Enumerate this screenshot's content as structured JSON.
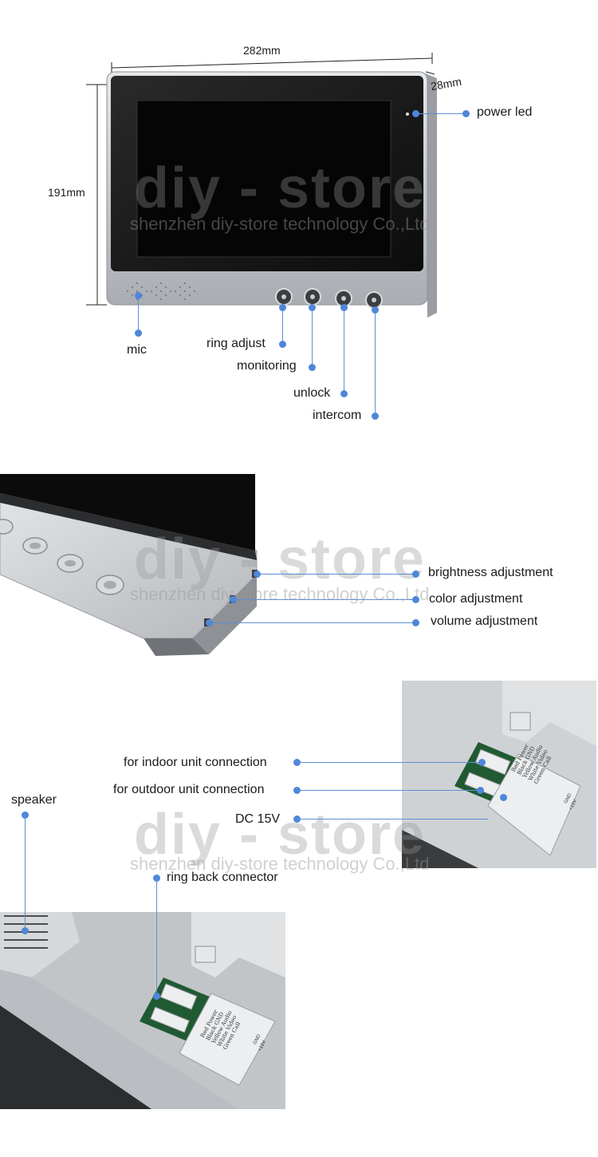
{
  "dimensions": {
    "width": "282mm",
    "depth": "28mm",
    "height": "191mm"
  },
  "front_callouts": {
    "power_led": "power led",
    "mic": "mic",
    "ring_adjust": "ring adjust",
    "monitoring": "monitoring",
    "unlock": "unlock",
    "intercom": "intercom"
  },
  "side_callouts": {
    "brightness": "brightness adjustment",
    "color": "color adjustment",
    "volume": "volume adjustment"
  },
  "back_callouts": {
    "indoor": "for indoor unit connection",
    "outdoor": "for outdoor unit connection",
    "dc": "DC 15V",
    "speaker": "speaker",
    "ringback": "ring back connector"
  },
  "watermark": {
    "brand": "diy - store",
    "company": "shenzhen diy-store technology Co.,Ltd"
  },
  "wiring_label": {
    "lines": [
      "Red  Power",
      "Black  GND",
      "Yellow  Audio",
      "White  Video",
      "Green  Call"
    ],
    "gnd": "GND",
    "v15": "+15V"
  },
  "colors": {
    "accent": "#4f86d9",
    "panel": "#c9ccd0",
    "screen": "#101010"
  }
}
